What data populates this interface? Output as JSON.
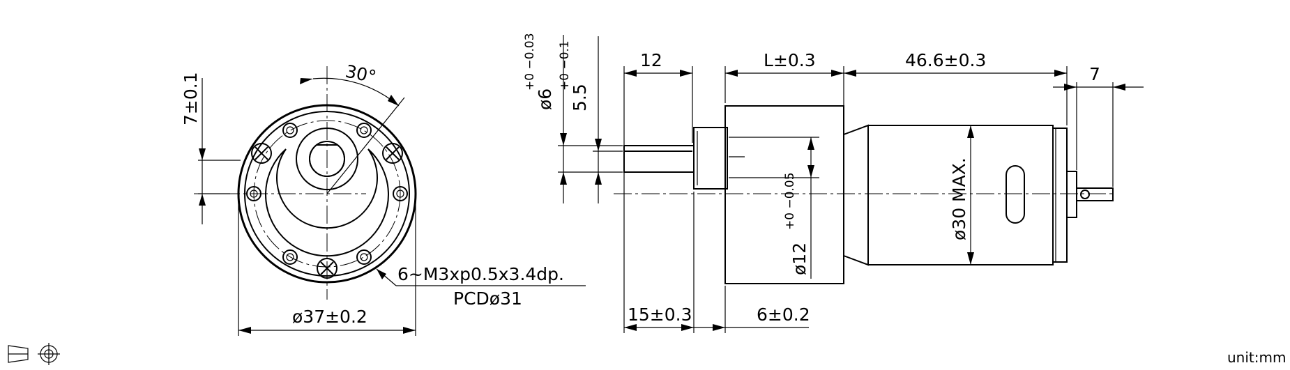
{
  "front_view": {
    "angle": "30°",
    "flat_height": "7±0.1",
    "diameter": "ø37±0.2",
    "screw_spec": "6~M3xp0.5x3.4dp.",
    "pcd": "PCDø31"
  },
  "side_view": {
    "shaft_diameter": "ø6",
    "shaft_diameter_tol": "+0 −0.03",
    "flat_height": "5.5",
    "flat_height_tol": "+0 −0.1",
    "shaft_length": "12",
    "gearbox_length": "L±0.3",
    "motor_length": "46.6±0.3",
    "rear_shaft": "7",
    "boss_diameter": "ø12",
    "boss_diameter_tol": "+0 −0.05",
    "motor_diameter": "ø30  MAX.",
    "total_shaft_length": "15±0.3",
    "boss_length": "6±0.2"
  },
  "projection_symbol": "first-angle-projection-icon",
  "unit_label": "unit:mm"
}
